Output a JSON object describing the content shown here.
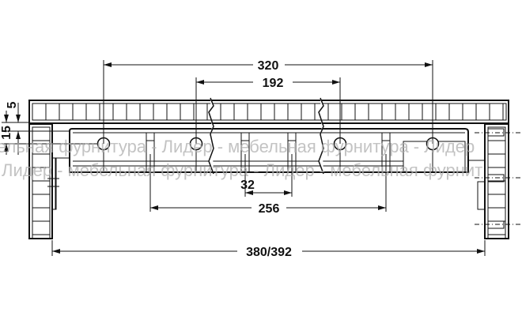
{
  "dimensions": {
    "d320": "320",
    "d192": "192",
    "d32": "32",
    "d256": "256",
    "d380_392": "380/392",
    "d5": "5",
    "d15": "15"
  },
  "watermark": {
    "line1": "ельная фурнитура - Лидер - мебельная фурнитура - Лидер",
    "line2": "Лидер - мебельная фурнитура - Лидер - мебельная фурнит"
  },
  "colors": {
    "line": "#111111",
    "watermark": "#b0b0b0"
  }
}
